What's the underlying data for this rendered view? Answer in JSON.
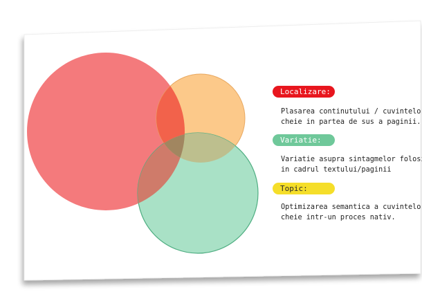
{
  "colors": {
    "localizare": "#e8161e",
    "variatie": "#6fc89a",
    "topic": "#f5de2a",
    "circle_red": "#f47a7c",
    "circle_orange": "#fcc98a",
    "circle_green": "#a9e1c6"
  },
  "legend": [
    {
      "label": "Localizare:",
      "lines": [
        "Plasarea continutului / cuvintelor",
        "cheie in partea de sus a paginii."
      ]
    },
    {
      "label": "Variatie:",
      "lines": [
        "Variatie asupra sintagmelor folosite",
        "in cadrul textului/paginii"
      ]
    },
    {
      "label": "Topic:",
      "lines": [
        "Optimizarea semantica a cuvintelor",
        "cheie intr-un proces nativ."
      ]
    }
  ]
}
